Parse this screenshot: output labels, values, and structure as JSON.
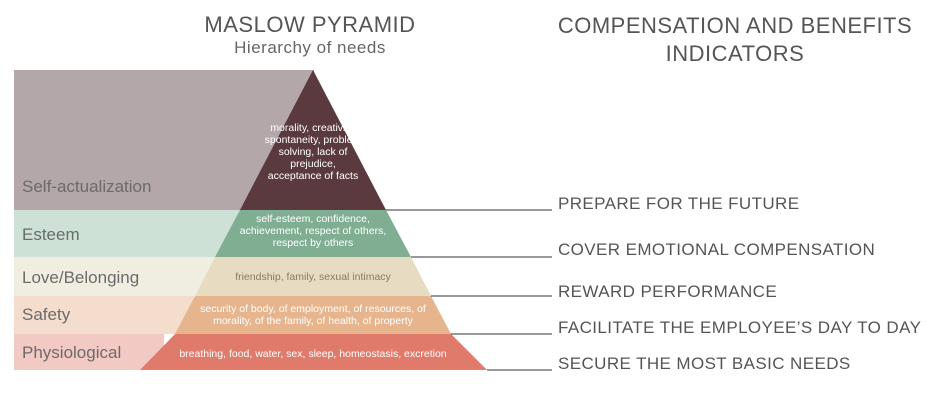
{
  "header": {
    "pyramid_title": "MASLOW PYRAMID",
    "pyramid_subtitle": "Hierarchy of needs",
    "indicators_title": "COMPENSATION AND BENEFITS INDICATORS"
  },
  "tiers": [
    {
      "label": "Self-actualization",
      "description": "morality, creativity, spontaneity, problem solving, lack of prejudice, acceptance of facts",
      "band_color": "#b3a7aa",
      "tier_color": "#5b3a3f"
    },
    {
      "label": "Esteem",
      "description": "self-esteem, confidence, achievement, respect of others, respect by others",
      "band_color": "#cde1d6",
      "tier_color": "#7fae93"
    },
    {
      "label": "Love/Belonging",
      "description": "friendship, family, sexual intimacy",
      "band_color": "#f0eee0",
      "tier_color": "#e7dcc1"
    },
    {
      "label": "Safety",
      "description": "security of body, of employment, of resources, of morality, of the family, of health, of property",
      "band_color": "#f4ddcd",
      "tier_color": "#e6b58e"
    },
    {
      "label": "Physiological",
      "description": "breathing, food, water, sex, sleep, homeostasis, excretion",
      "band_color": "#f3c9c3",
      "tier_color": "#e07b6b"
    }
  ],
  "indicators": [
    "PREPARE FOR THE FUTURE",
    "COVER EMOTIONAL COMPENSATION",
    "REWARD PERFORMANCE",
    "FACILITATE THE EMPLOYEE’S DAY TO DAY",
    "SECURE THE MOST BASIC NEEDS"
  ]
}
